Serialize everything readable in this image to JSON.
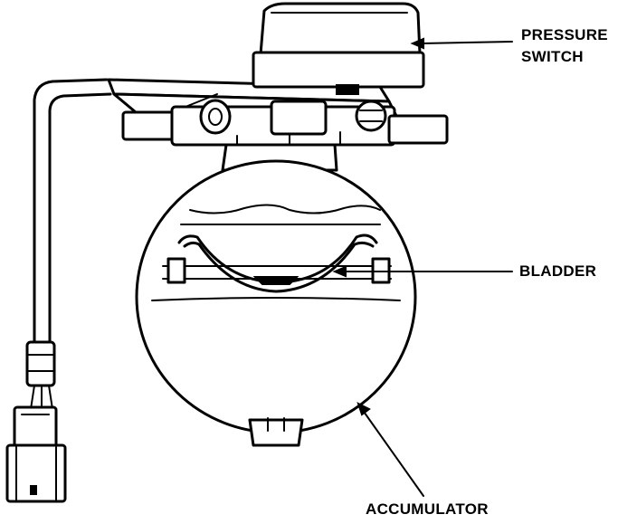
{
  "labels": {
    "pressure_switch_line1": "PRESSURE",
    "pressure_switch_line2": "SWITCH",
    "bladder": "BLADDER",
    "accumulator": "ACCUMULATOR"
  }
}
